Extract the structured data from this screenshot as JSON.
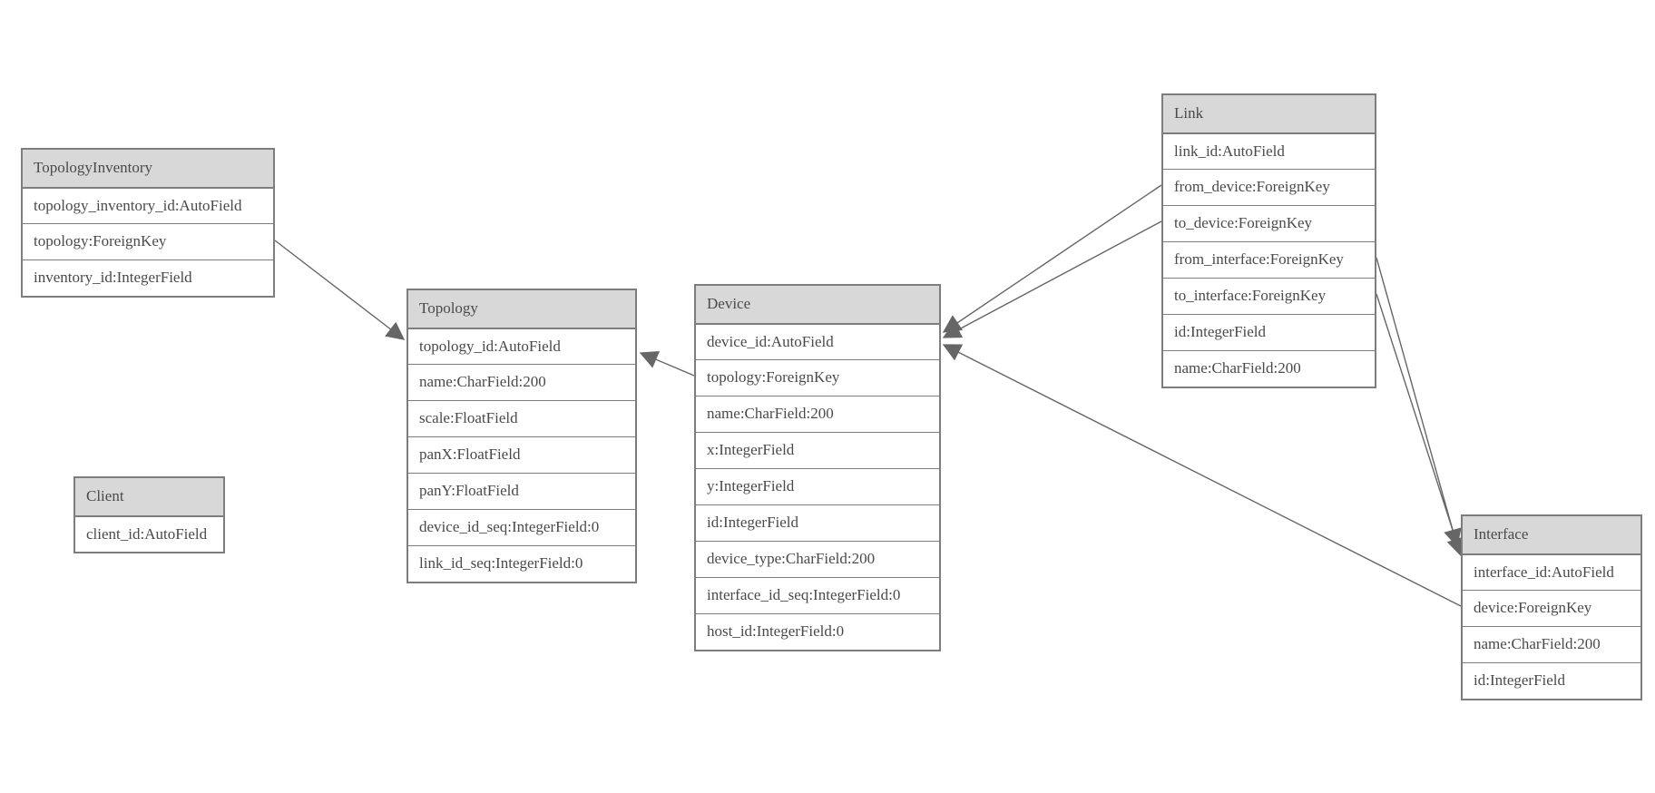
{
  "diagram": {
    "background_color": "#ffffff",
    "border_color": "#7d7d7d",
    "header_fill_color": "#d8d8d8",
    "text_color": "#4a4a4a",
    "edge_color": "#666666"
  },
  "tables": {
    "topology_inventory": {
      "title": "TopologyInventory",
      "fields": [
        "topology_inventory_id:AutoField",
        "topology:ForeignKey",
        "inventory_id:IntegerField"
      ]
    },
    "topology": {
      "title": "Topology",
      "fields": [
        "topology_id:AutoField",
        "name:CharField:200",
        "scale:FloatField",
        "panX:FloatField",
        "panY:FloatField",
        "device_id_seq:IntegerField:0",
        "link_id_seq:IntegerField:0"
      ]
    },
    "client": {
      "title": "Client",
      "fields": [
        "client_id:AutoField"
      ]
    },
    "device": {
      "title": "Device",
      "fields": [
        "device_id:AutoField",
        "topology:ForeignKey",
        "name:CharField:200",
        "x:IntegerField",
        "y:IntegerField",
        "id:IntegerField",
        "device_type:CharField:200",
        "interface_id_seq:IntegerField:0",
        "host_id:IntegerField:0"
      ]
    },
    "link": {
      "title": "Link",
      "fields": [
        "link_id:AutoField",
        "from_device:ForeignKey",
        "to_device:ForeignKey",
        "from_interface:ForeignKey",
        "to_interface:ForeignKey",
        "id:IntegerField",
        "name:CharField:200"
      ]
    },
    "interface": {
      "title": "Interface",
      "fields": [
        "interface_id:AutoField",
        "device:ForeignKey",
        "name:CharField:200",
        "id:IntegerField"
      ]
    }
  },
  "relationships": [
    {
      "from": "TopologyInventory.topology",
      "to": "Topology.topology_id"
    },
    {
      "from": "Device.topology",
      "to": "Topology.topology_id"
    },
    {
      "from": "Link.from_device",
      "to": "Device.device_id"
    },
    {
      "from": "Link.to_device",
      "to": "Device.device_id"
    },
    {
      "from": "Link.from_interface",
      "to": "Interface.interface_id"
    },
    {
      "from": "Link.to_interface",
      "to": "Interface.interface_id"
    },
    {
      "from": "Interface.device",
      "to": "Device.device_id"
    }
  ]
}
